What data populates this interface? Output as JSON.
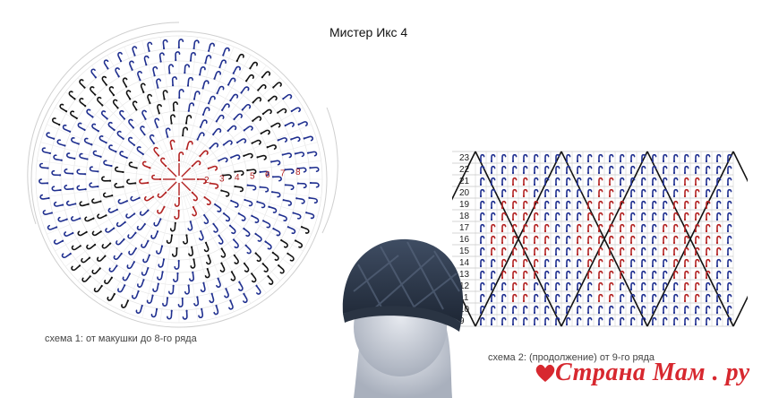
{
  "title": "Мистер Икс 4",
  "caption_round": "схема 1: от макушки до 8-го ряда",
  "caption_grid": "схема 2: (продолжение) от 9-го ряда",
  "round_row_numbers": [
    "2",
    "3",
    "4",
    "5",
    "6",
    "7",
    "8"
  ],
  "grid_row_numbers": [
    "23",
    "22",
    "21",
    "20",
    "19",
    "18",
    "17",
    "16",
    "15",
    "14",
    "13",
    "12",
    "11",
    "10",
    "9"
  ],
  "watermark": "Страна Мам . ру",
  "colors": {
    "blue": "#1f2f8f",
    "red": "#b22222",
    "black": "#111111",
    "grid": "#c8c8c8",
    "brand": "#d7282f"
  },
  "icons": [
    "hook-stitch-icon",
    "heart-icon",
    "hat-photo"
  ]
}
